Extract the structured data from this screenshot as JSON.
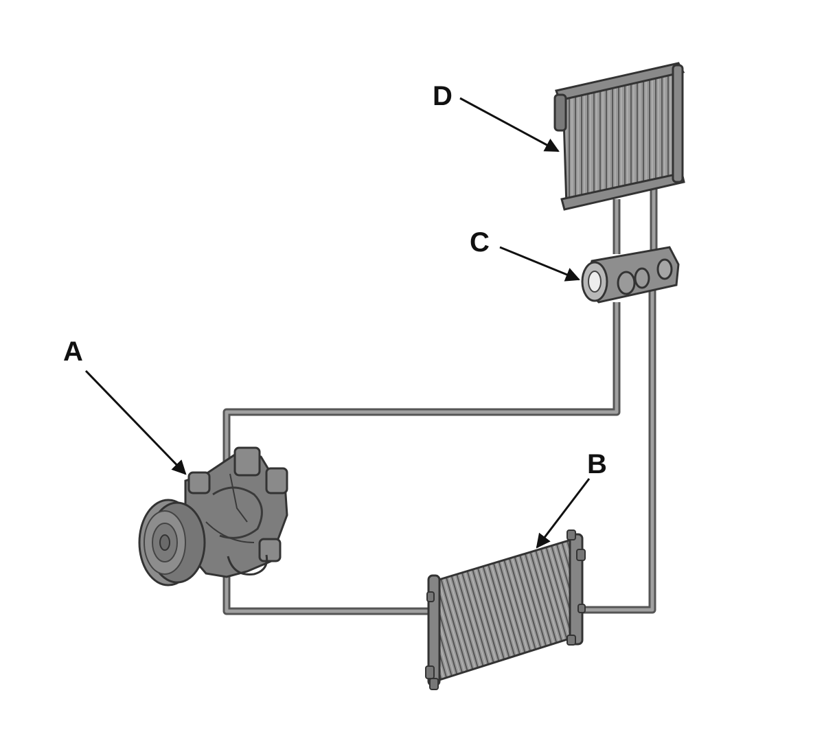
{
  "callouts": [
    {
      "id": "A",
      "label": "A"
    },
    {
      "id": "B",
      "label": "B"
    },
    {
      "id": "C",
      "label": "C"
    },
    {
      "id": "D",
      "label": "D"
    }
  ],
  "colors": {
    "background": "#ffffff",
    "pipe_outer": "#5a5a5a",
    "pipe_inner": "#9a9a9a",
    "component_fill": "#8c8c8c",
    "component_dark": "#4a4a4a",
    "component_light": "#b4b4b4",
    "arrow": "#111111"
  }
}
